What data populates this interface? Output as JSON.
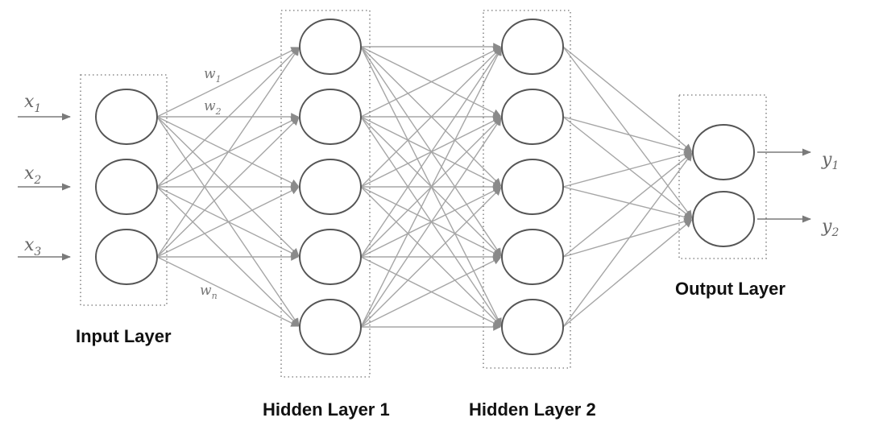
{
  "layers": [
    {
      "id": "input",
      "label": "Input Layer",
      "neurons": 3
    },
    {
      "id": "hidden1",
      "label": "Hidden Layer 1",
      "neurons": 5
    },
    {
      "id": "hidden2",
      "label": "Hidden Layer 2",
      "neurons": 5
    },
    {
      "id": "output",
      "label": "Output Layer",
      "neurons": 2
    }
  ],
  "inputs": [
    {
      "base": "x",
      "sub": "1"
    },
    {
      "base": "x",
      "sub": "2"
    },
    {
      "base": "x",
      "sub": "3"
    }
  ],
  "outputs": [
    {
      "base": "y",
      "sub": "1"
    },
    {
      "base": "y",
      "sub": "2"
    }
  ],
  "weights": [
    {
      "base": "w",
      "sub": "1"
    },
    {
      "base": "w",
      "sub": "2"
    },
    {
      "base": "w",
      "sub": "n"
    }
  ],
  "colors": {
    "edge": "#a6a6a6",
    "neuron_stroke": "#555555",
    "box": "#8a8a8a",
    "label": "#111111",
    "variable": "#666666"
  }
}
